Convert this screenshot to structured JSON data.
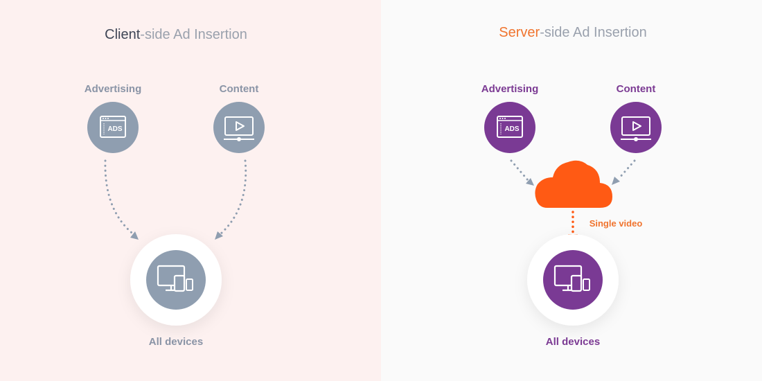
{
  "colors": {
    "left_background": "#fdf1f0",
    "right_background": "#fafafa",
    "gray_circle": "#8f9eb0",
    "gray_text": "#8a94a6",
    "gray_arrow": "#8f9eb0",
    "purple": "#7a3a94",
    "purple_text": "#7b3a93",
    "orange": "#ff5a14",
    "orange_text": "#f0742e",
    "title_dark": "#3f4656",
    "title_light": "#9aa1ad"
  },
  "left": {
    "title_strong": "Client",
    "title_rest": "-side Ad Insertion",
    "advertising_label": "Advertising",
    "content_label": "Content",
    "devices_label": "All devices",
    "ads_badge": "ADS"
  },
  "right": {
    "title_strong": "Server",
    "title_rest": "-side Ad Insertion",
    "advertising_label": "Advertising",
    "content_label": "Content",
    "devices_label": "All devices",
    "cloud_label": "Single video",
    "ads_badge": "ADS"
  },
  "icons": {
    "ad": "ad-browser-icon",
    "content": "video-player-icon",
    "devices": "devices-icon",
    "cloud": "cloud-icon"
  }
}
